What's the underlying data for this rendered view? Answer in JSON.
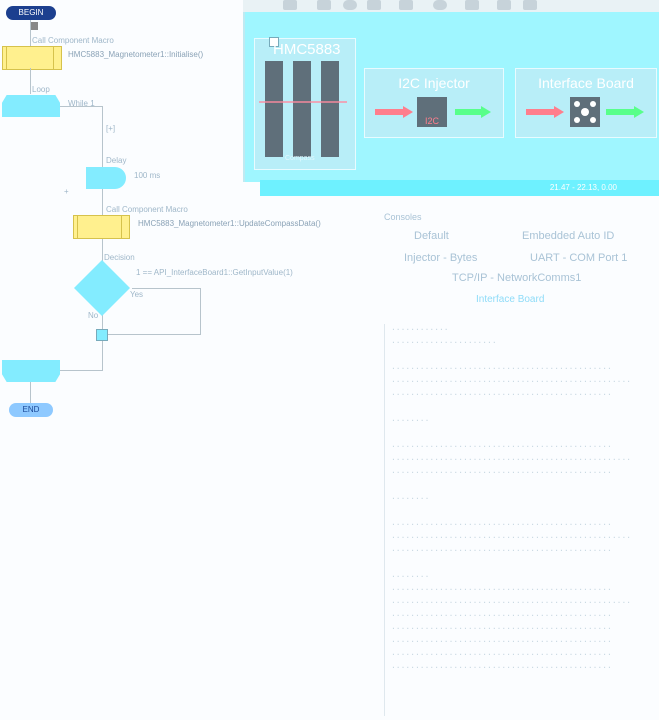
{
  "flowchart": {
    "begin_label": "BEGIN",
    "end_label": "END",
    "call1_title": "Call Component Macro",
    "call1_text": "HMC5883_Magnetometer1::Initialise()",
    "loop_label": "Loop",
    "loop_cond": "While 1",
    "delay_label": "Delay",
    "delay_value": "100 ms",
    "call2_title": "Call Component Macro",
    "call2_text": "HMC5883_Magnetometer1::UpdateCompassData()",
    "decision_label": "Decision",
    "decision_cond": "1 == API_InterfaceBoard1::GetInputValue(1)",
    "yes_label": "Yes",
    "no_label": "No"
  },
  "panel": {
    "compass_title": "HMC5883",
    "compass_caption": "Compass",
    "i2c_title": "I2C Injector",
    "i2c_chip": "I2C",
    "iface_title": "Interface Board",
    "status_text": "21.47 - 22.13, 0.00",
    "colors": {
      "panel_bg": "#9ff6ff",
      "in_arrow": "#ff7e8d",
      "out_arrow": "#58ff8a"
    }
  },
  "console": {
    "title": "Consoles",
    "tabs": [
      "Default",
      "Embedded Auto ID",
      "Injector - Bytes",
      "UART - COM Port 1",
      "TCP/IP - NetworkComms1",
      "Interface Board"
    ],
    "active_tab": "Interface Board",
    "lines": [
      "............",
      "......................",
      "",
      "..............................................",
      "..................................................",
      "..............................................",
      "",
      "........",
      "",
      "..............................................",
      "..................................................",
      "..............................................",
      "",
      "........",
      "",
      "..............................................",
      "..................................................",
      "..............................................",
      "",
      "........",
      "..............................................",
      "..................................................",
      "..............................................",
      "..............................................",
      "..............................................",
      "..............................................",
      ".............................................."
    ]
  }
}
